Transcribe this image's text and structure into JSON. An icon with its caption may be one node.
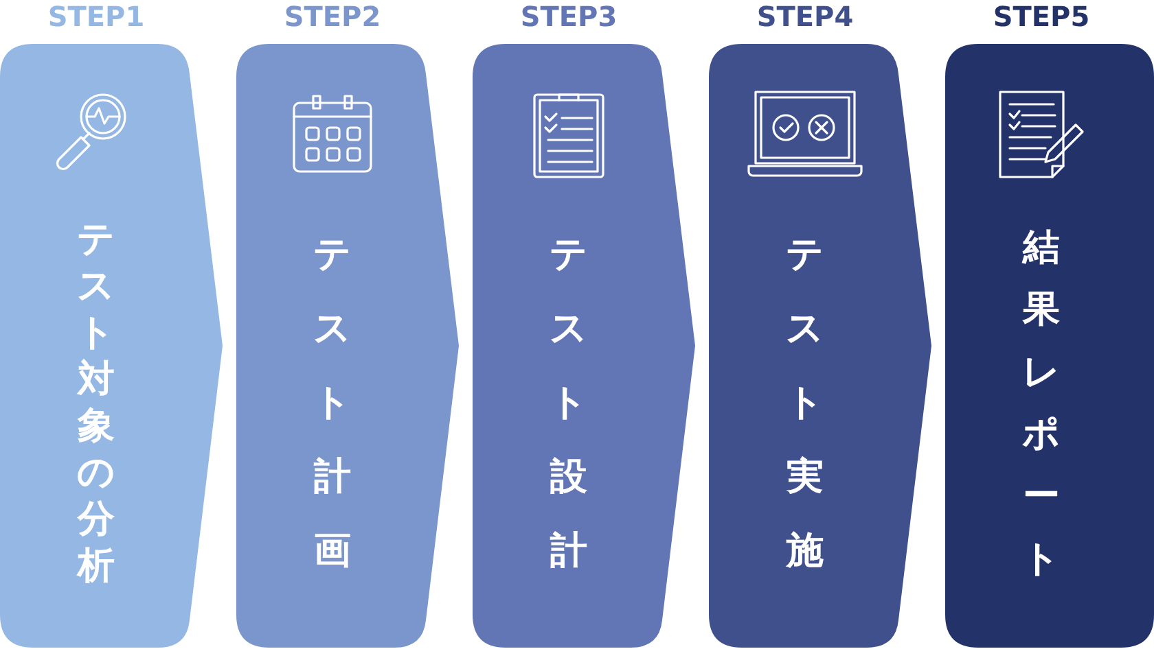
{
  "diagram": {
    "nodes": [
      {
        "text": [
          "STEP1",
          "テスト対象の分析"
        ]
      },
      {
        "text": [
          "STEP2",
          "テスト計画"
        ]
      },
      {
        "text": [
          "STEP3",
          "テスト設計"
        ]
      },
      {
        "text": [
          "STEP4",
          "テスト実施"
        ]
      },
      {
        "text": [
          "STEP5",
          "結果レポート"
        ]
      }
    ]
  }
}
